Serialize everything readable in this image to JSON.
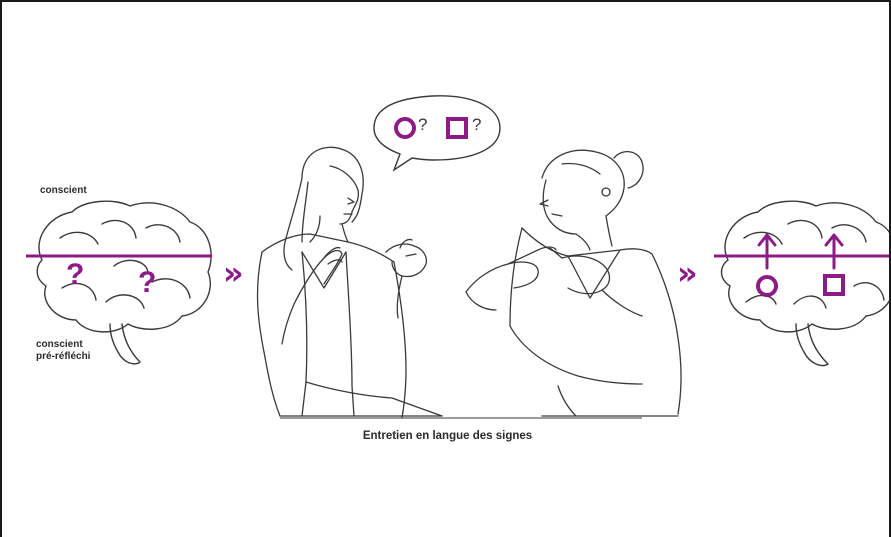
{
  "labels": {
    "conscious": "conscient",
    "preflective_line1": "conscient",
    "preflective_line2": "pré-réfléchi",
    "question_mark": "?",
    "arrow_glyph": "»"
  },
  "caption": "Entretien en langue des signes",
  "colors": {
    "accent": "#8c1a87",
    "line": "#3a3a3a",
    "border": "#1a1a1a",
    "background": "#ffffff"
  },
  "icons": [
    "brain-icon",
    "circle-shape",
    "square-shape",
    "question-mark",
    "up-arrow",
    "double-chevron-icon",
    "speech-bubble"
  ]
}
